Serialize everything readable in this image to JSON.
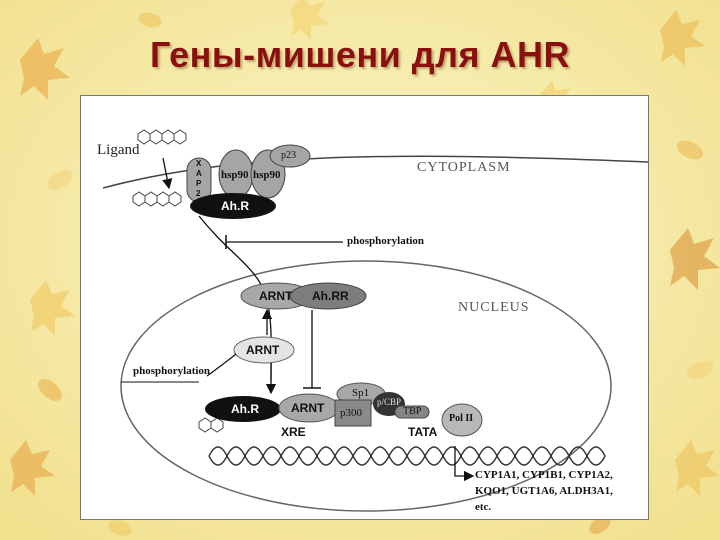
{
  "slide": {
    "title": "Гены-мишени  для AHR"
  },
  "diagram": {
    "ligand": "Ligand",
    "cytoplasm": "CYTOPLASM",
    "nucleus": "NUCLEUS",
    "xap_letters": [
      "X",
      "A",
      "P",
      "2"
    ],
    "hsp90_left": "hsp90",
    "hsp90_right": "hsp90",
    "p23": "p23",
    "ahr_top": "Ah.R",
    "phosphorylation_top": "phosphorylation",
    "arnt_complex": "ARNT",
    "ahrr": "Ah.RR",
    "arnt_single": "ARNT",
    "phosphorylation_left": "phosphorylation",
    "ahr_bottom": "Ah.R",
    "arnt_bottom": "ARNT",
    "sp1": "Sp1",
    "p300": "p300",
    "cbp": "p/CBP",
    "tbp": "TBP",
    "pol2": "Pol II",
    "xre": "XRE",
    "tata": "TATA",
    "targets_line1": "CYP1A1, CYP1B1, CYP1A2,",
    "targets_line2": "KQO1, UGT1A6, ALDH3A1,",
    "targets_line3": "etc."
  },
  "colors": {
    "title": "#8a1010",
    "background": "#f6efa6",
    "dark_protein": "#111111",
    "grey_protein": "#9a9a9a"
  }
}
